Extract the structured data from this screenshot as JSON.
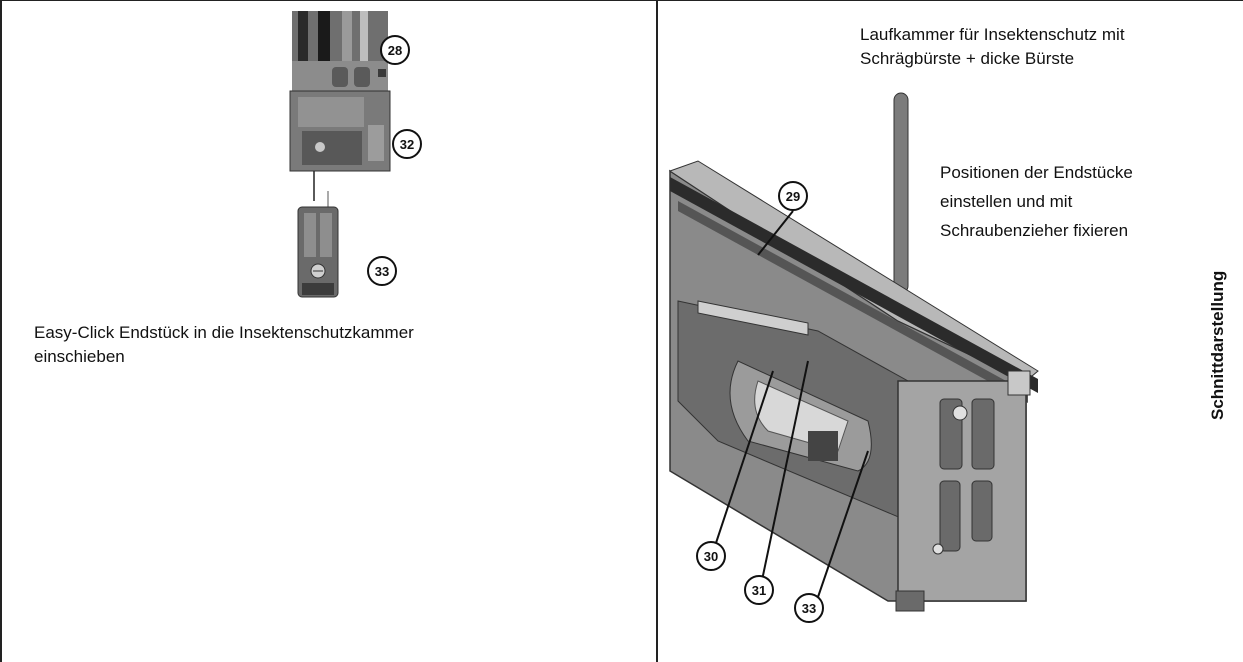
{
  "left_panel": {
    "caption": "Easy-Click Endstück in die Insektenschutzkammer\neinschieben",
    "callouts": [
      "28",
      "32",
      "33"
    ]
  },
  "right_panel": {
    "caption_top": "Laufkammer für Insektenschutz mit\nSchrägbürste + dicke Bürste",
    "caption_positions": "Positionen der Endstücke\neinstellen und mit\nSchraubenzieher fixieren",
    "callouts": [
      "29",
      "30",
      "31",
      "33"
    ]
  },
  "side_label": "Schnittdarstellung"
}
